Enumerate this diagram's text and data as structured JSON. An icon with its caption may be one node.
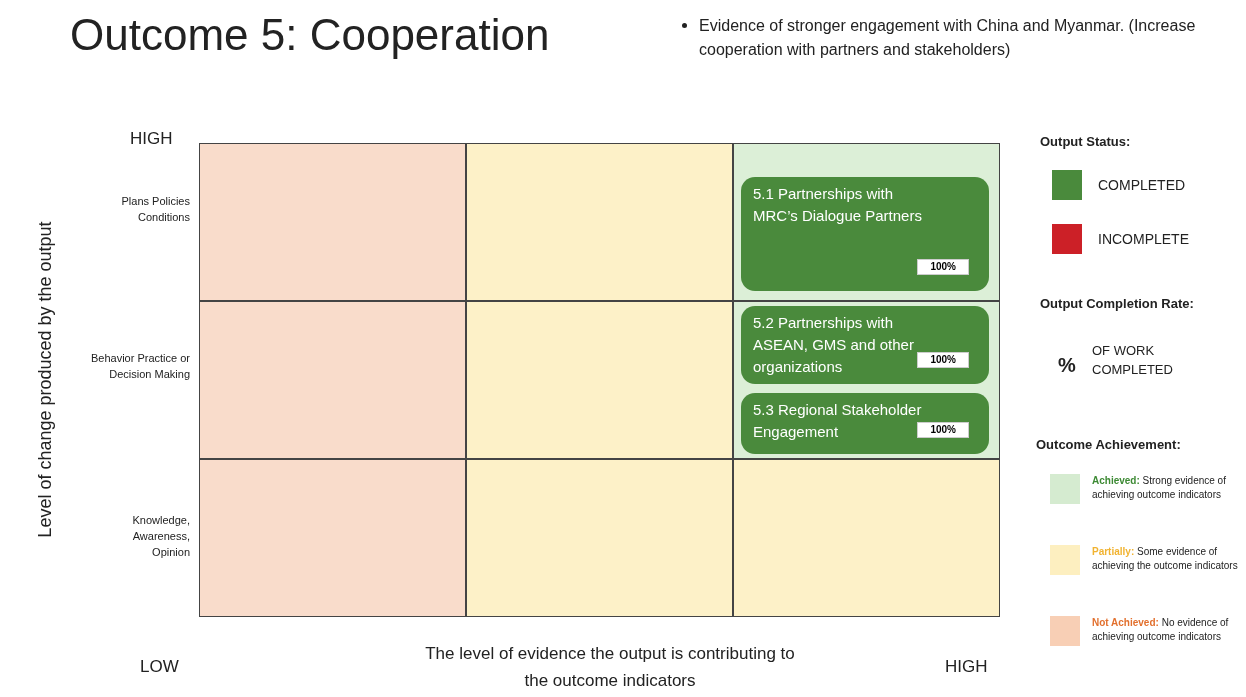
{
  "diagram": {
    "title": "Outcome 5: Cooperation",
    "nodes": [
      {
        "text": [],
        "shape": "box"
      },
      {
        "text": [],
        "shape": "box"
      },
      {
        "text": [],
        "shape": "box"
      },
      {
        "text": [],
        "shape": "box"
      },
      {
        "text": [],
        "shape": "box"
      },
      {
        "text": [],
        "shape": "box"
      },
      {
        "text": [],
        "shape": "box"
      },
      {
        "text": [],
        "shape": "box"
      },
      {
        "text": [],
        "shape": "box"
      },
      {
        "text": [
          "5.1 Partnerships with MRC’s Dialogue Partners",
          "100%"
        ],
        "in": 2
      },
      {
        "text": [
          "5.2 Partnerships with ASEAN, GMS and other organizations",
          "100%"
        ],
        "in": 5
      },
      {
        "text": [
          "5.3 Regional Stakeholder Engagement",
          "100%"
        ],
        "in": 5
      }
    ],
    "labels": [
      "Evidence of stronger engagement with China and Myanmar. (Increase cooperation with partners and stakeholders)",
      "HIGH",
      "Plans Policies Conditions",
      "Behavior Practice or Decision Making",
      "Knowledge, Awareness, Opinion",
      "Level of change produced by the output",
      "LOW",
      "The level of evidence the output is contributing to the outcome indicators",
      "HIGH",
      "Output Status:",
      "Output Completion Rate:",
      "%",
      "OF WORK COMPLETED",
      "Outcome Achievement:"
    ],
    "legend": [
      {
        "text": "COMPLETED",
        "color": "#4a8a3c"
      },
      {
        "text": "INCOMPLETE",
        "color": "#cc2027"
      },
      {
        "text": "**Achieved:** Strong evidence of achieving outcome indicators",
        "color": "#d5ebd0"
      },
      {
        "text": "**Partially:** Some evidence of achieving the outcome indicators",
        "color": "#fdefc0"
      },
      {
        "text": "**Not Achieved:** No evidence of achieving outcome indicators",
        "color": "#f8cfb5"
      }
    ]
  }
}
